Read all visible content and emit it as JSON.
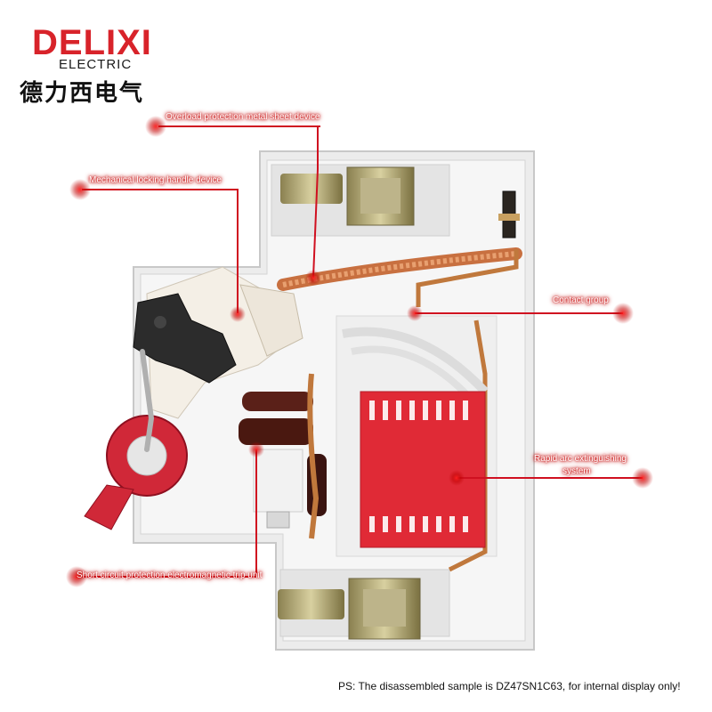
{
  "brand": {
    "name": "DELIXI",
    "subtitle": "ELECTRIC",
    "chinese": "德力西电气"
  },
  "callouts": {
    "overload": "Overload protection metal sheet device",
    "handle": "Mechanical locking handle device",
    "contact": "Contact group",
    "arc_line1": "Rapid arc extinguishing",
    "arc_line2": "system",
    "short_circuit": "Short circuit protection electromagnetic trip unit"
  },
  "note": "PS: The disassembled sample is DZ47SN1C63, for internal display only!",
  "colors": {
    "brand_red": "#d8232a",
    "callout_red": "#cc1020"
  }
}
